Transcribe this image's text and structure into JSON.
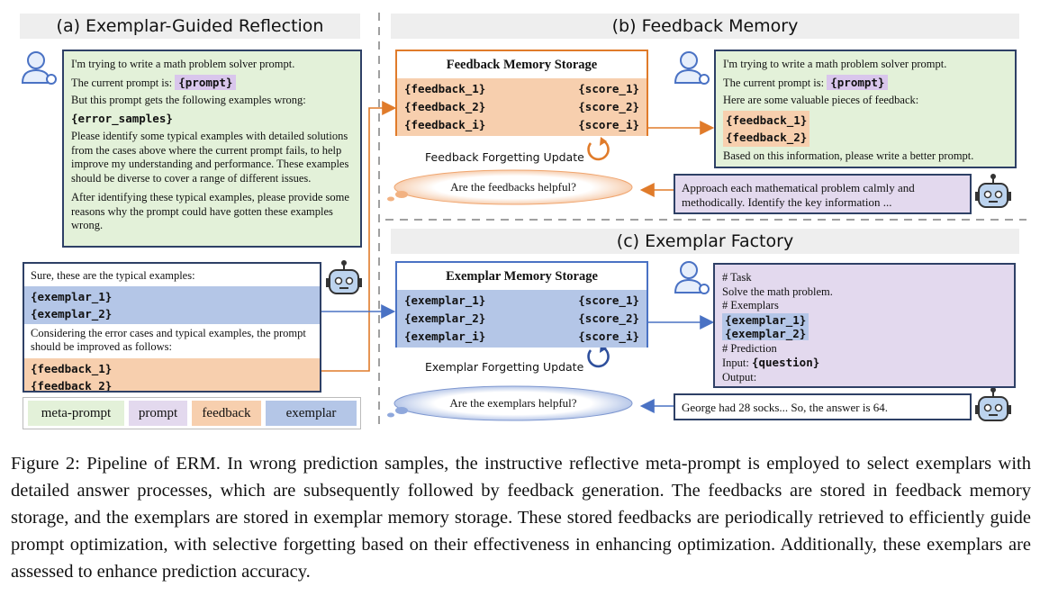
{
  "sections": {
    "a": "(a) Exemplar-Guided Reflection",
    "b": "(b) Feedback Memory",
    "c": "(c) Exemplar Factory"
  },
  "meta_prompt_a": {
    "line1": "I'm trying to write a math problem solver prompt.",
    "current_prompt_label": "The current prompt is:",
    "prompt_token": "{prompt}",
    "line3": "But this prompt gets the following examples wrong:",
    "error_token": "{error_samples}",
    "para1": "Please identify some typical examples with detailed solutions from the cases above where the current prompt fails, to help improve my understanding and performance. These examples should be diverse to cover a range of different issues.",
    "para2": "After identifying these typical examples, please provide some reasons why the prompt could have gotten these examples wrong."
  },
  "response_a": {
    "line1": "Sure, these are the typical examples:",
    "exemplar_1": "{exemplar_1}",
    "exemplar_2": "{exemplar_2}",
    "line2": "Considering the error cases and typical examples, the prompt should be improved as follows:",
    "feedback_1": "{feedback_1}",
    "feedback_2": "{feedback_2}"
  },
  "legend": {
    "meta_prompt": "meta-prompt",
    "prompt": "prompt",
    "feedback": "feedback",
    "exemplar": "exemplar"
  },
  "feedback_storage": {
    "title": "Feedback Memory Storage",
    "rows": [
      {
        "key": "{feedback_1}",
        "score": "{score_1}"
      },
      {
        "key": "{feedback_2}",
        "score": "{score_2}"
      },
      {
        "key": "{feedback_i}",
        "score": "{score_i}"
      }
    ],
    "update_label": "Feedback Forgetting Update",
    "cloud_text": "Are the feedbacks helpful?"
  },
  "meta_prompt_b": {
    "line1": "I'm trying to write a math problem solver prompt.",
    "current_prompt_label": "The current prompt is:",
    "prompt_token": "{prompt}",
    "line3": "Here are some valuable pieces of feedback:",
    "feedback_1": "{feedback_1}",
    "feedback_2": "{feedback_2}",
    "line4": "Based on this information, please write a better prompt."
  },
  "optimized_prompt": "Approach each mathematical problem calmly and methodically. Identify the key information ...",
  "exemplar_storage": {
    "title": "Exemplar Memory Storage",
    "rows": [
      {
        "key": "{exemplar_1}",
        "score": "{score_1}"
      },
      {
        "key": "{exemplar_2}",
        "score": "{score_2}"
      },
      {
        "key": "{exemplar_i}",
        "score": "{score_i}"
      }
    ],
    "update_label": "Exemplar Forgetting Update",
    "cloud_text": "Are the exemplars helpful?"
  },
  "task_prompt": {
    "task_header": "# Task",
    "task_text": "Solve the math problem.",
    "exemplars_header": "# Exemplars",
    "exemplar_1": "{exemplar_1}",
    "exemplar_2": "{exemplar_2}",
    "prediction_header": "# Prediction",
    "input_label": "Input:",
    "question_token": "{question}",
    "output_label": "Output:"
  },
  "prediction_output": "George had 28 socks... So, the answer is 64.",
  "caption": "Figure 2: Pipeline of ERM. In wrong prediction samples, the instructive reflective meta-prompt is employed to select exemplars with detailed answer processes, which are subsequently followed by feedback generation. The feedbacks are stored in feedback memory storage, and the exemplars are stored in exemplar memory storage. These stored feedbacks are periodically retrieved to efficiently guide prompt optimization, with selective forgetting based on their effectiveness in enhancing optimization. Additionally, these exemplars are assessed to enhance prediction accuracy.",
  "colors": {
    "meta_prompt": "#e3f1d9",
    "prompt": "#e3d9ee",
    "feedback": "#f7cfae",
    "exemplar": "#b4c6e7",
    "feedback_arrow": "#e07b2a",
    "exemplar_arrow": "#4a72c4",
    "border": "#2e4066"
  },
  "icons": [
    "user-icon",
    "robot-icon",
    "refresh-cycle-icon",
    "thought-cloud-icon"
  ]
}
